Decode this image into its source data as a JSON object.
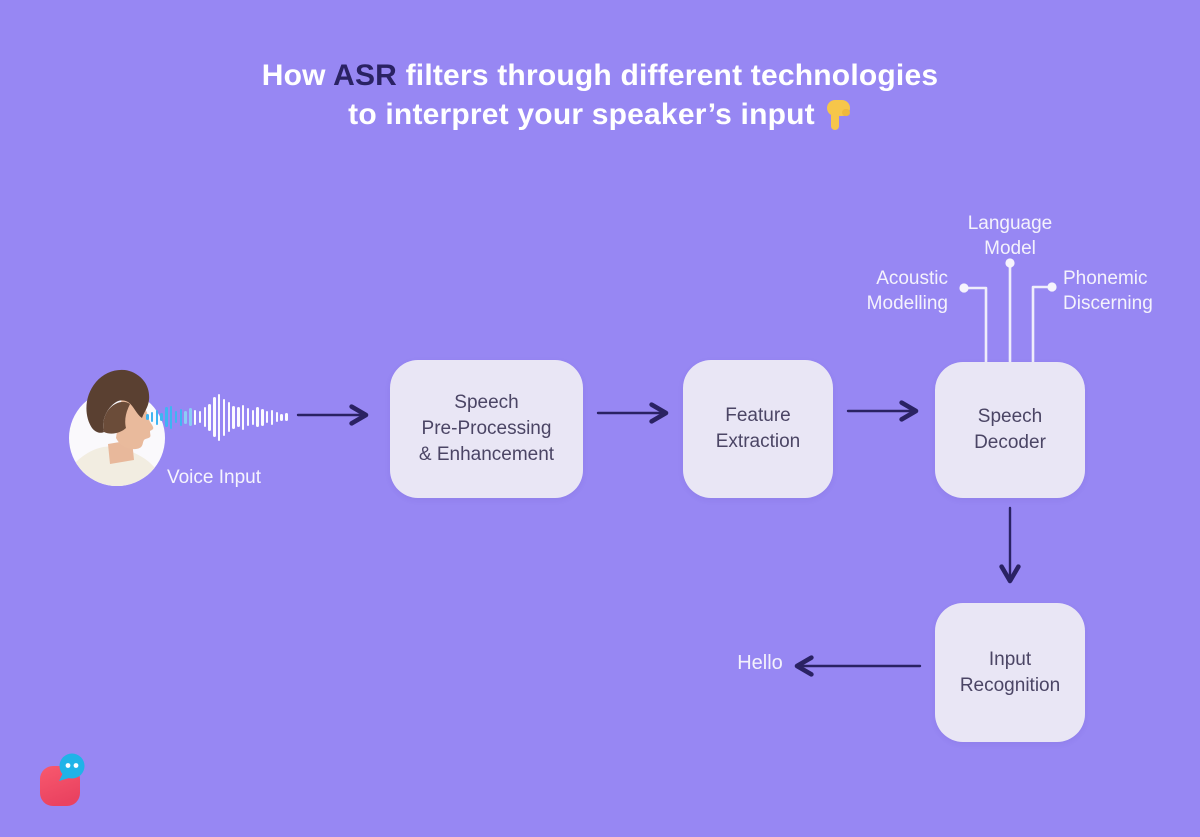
{
  "title": {
    "line1_pre": "How",
    "line1_highlight": "ASR",
    "line1_post": "filters through different technologies",
    "line2": "to interpret your speaker’s input",
    "pointer_icon": "backhand-index-pointing-down"
  },
  "voice_input": {
    "label": "Voice Input",
    "avatar_alt": "woman-profile-photo",
    "waveform": {
      "bar_heights": [
        6,
        10,
        15,
        8,
        20,
        23,
        12,
        17,
        13,
        18,
        15,
        12,
        20,
        27,
        40,
        47,
        37,
        30,
        23,
        20,
        25,
        18,
        15,
        20,
        17,
        12,
        15,
        10,
        7,
        8
      ],
      "blue_bar_count": 8,
      "light_bar_count": 2
    }
  },
  "nodes": [
    {
      "id": "speech-pre-processing",
      "label": "Speech\nPre-Processing\n& Enhancement"
    },
    {
      "id": "feature-extraction",
      "label": "Feature\nExtraction"
    },
    {
      "id": "speech-decoder",
      "label": "Speech\nDecoder"
    },
    {
      "id": "input-recognition",
      "label": "Input\nRecognition"
    }
  ],
  "decoder_inputs": [
    {
      "id": "acoustic-modelling",
      "label": "Acoustic\nModelling"
    },
    {
      "id": "language-model",
      "label": "Language\nModel"
    },
    {
      "id": "phonemic-discerning",
      "label": "Phonemic\nDiscerning"
    }
  ],
  "output": {
    "label": "Hello"
  },
  "colors": {
    "background": "#9787F3",
    "title_text": "#FFFFFF",
    "title_highlight": "#2A2263",
    "box_fill": "#E9E6F5",
    "box_text": "#4B4565",
    "arrow": "#2A2263",
    "connector_line": "#EFEDFB",
    "label_text": "#F4F2FC",
    "wave_blue": "#3FB5F2",
    "wave_light": "#8CCdf6",
    "wave_white": "#FCFBFF",
    "hand_yellow": "#F6C64A",
    "logo_pink_top": "#F8596E",
    "logo_pink_bottom": "#EA4260",
    "logo_blue": "#1FB3E8"
  }
}
